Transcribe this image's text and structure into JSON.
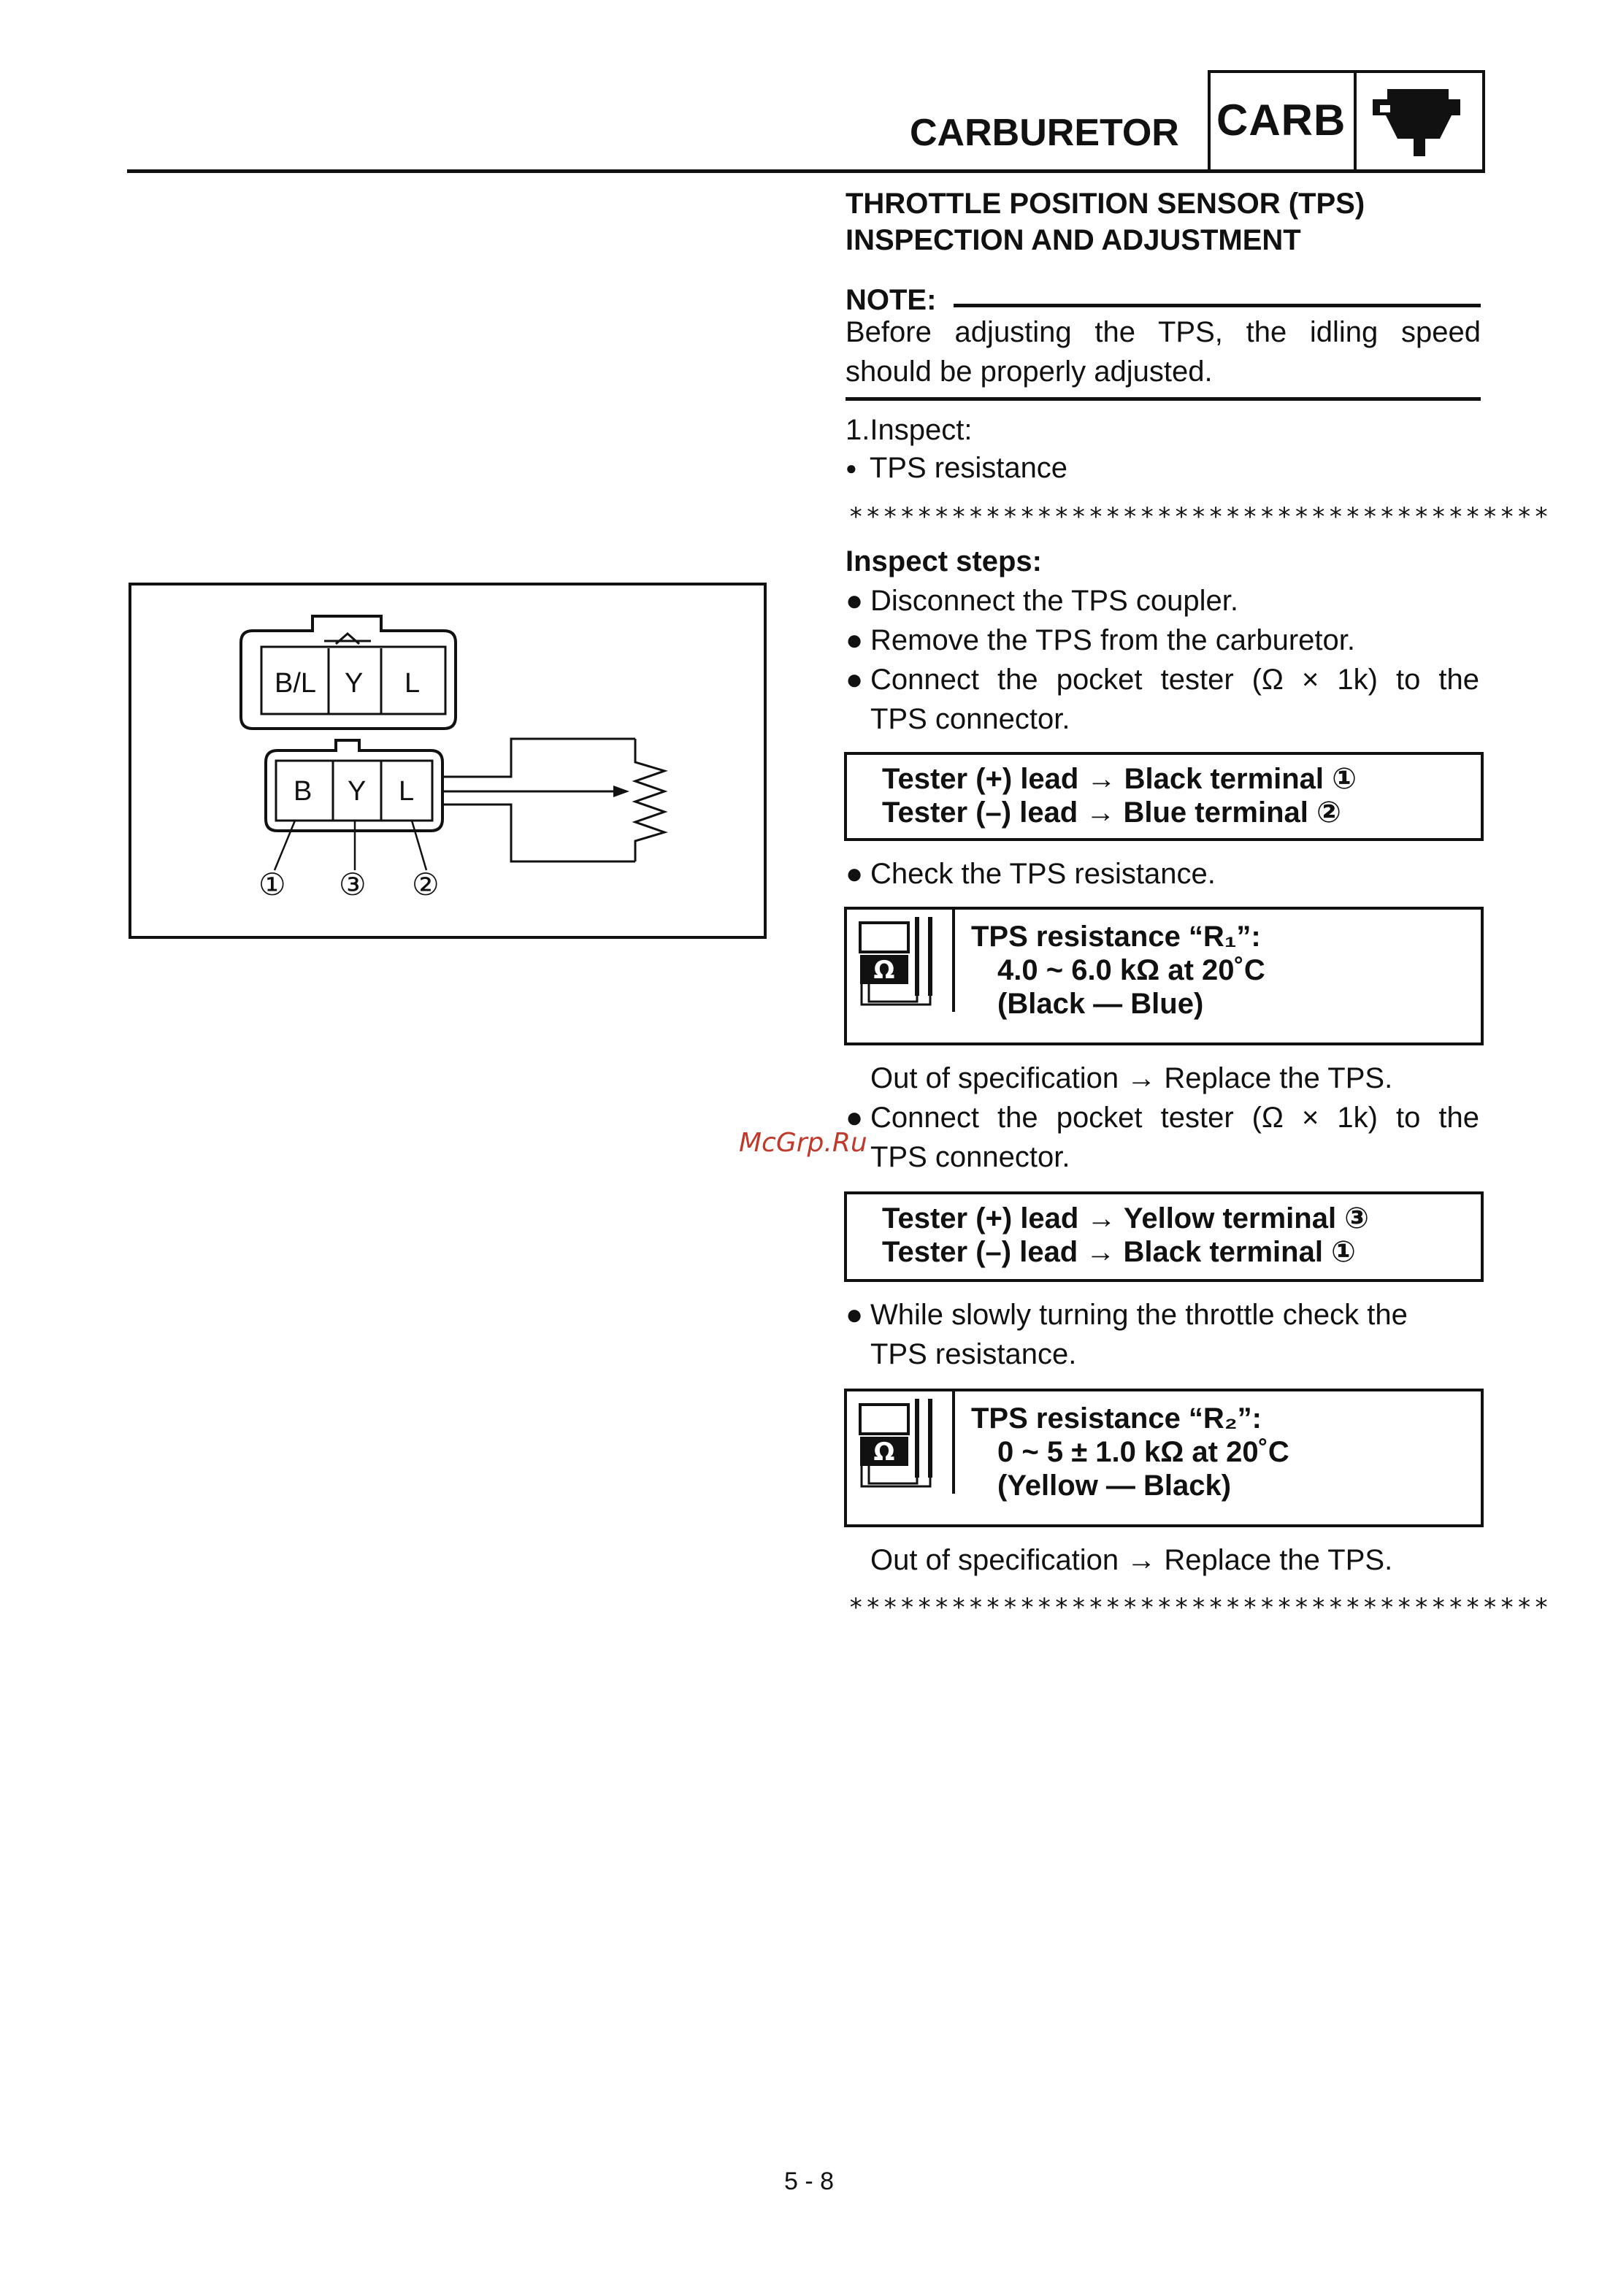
{
  "header": {
    "title": "CARBURETOR",
    "section_code": "CARB",
    "section_icon": "carburetor-icon"
  },
  "section": {
    "heading_line1": "THROTTLE POSITION SENSOR (TPS)",
    "heading_line2": "INSPECTION AND ADJUSTMENT"
  },
  "note": {
    "label": "NOTE:",
    "line1": "Before adjusting the TPS, the idling speed",
    "line2": "should be properly adjusted."
  },
  "inspect": {
    "step": "1.Inspect:",
    "item": "TPS resistance"
  },
  "stars": "*****************************************",
  "steps": {
    "title": "Inspect steps:",
    "disconnect": "Disconnect the TPS coupler.",
    "remove": "Remove the TPS from the carburetor.",
    "connect1_line1": "Connect the pocket tester (Ω × 1k) to the",
    "connect1_line2": "TPS connector.",
    "tester1_line1": "Tester (+) lead → Black terminal ①",
    "tester1_line2": "Tester (–) lead → Blue terminal ②",
    "check": "Check the TPS resistance.",
    "spec1_title": "TPS resistance “R₁”:",
    "spec1_value": "4.0 ~ 6.0 kΩ at 20˚C",
    "spec1_pair": "(Black — Blue)",
    "out_of_spec1": "Out of specification → Replace the TPS.",
    "connect2_line1": "Connect the pocket tester (Ω × 1k) to the",
    "connect2_line2": "TPS connector.",
    "tester2_line1": "Tester (+) lead → Yellow terminal ③",
    "tester2_line2": "Tester (–) lead → Black terminal ①",
    "while_line1": "While slowly turning the throttle check the",
    "while_line2": "TPS resistance.",
    "spec2_title": "TPS resistance “R₂”:",
    "spec2_value": "0 ~ 5 ± 1.0 kΩ at 20˚C",
    "spec2_pair": "(Yellow — Black)",
    "out_of_spec2": "Out of specification → Replace the TPS."
  },
  "watermark": "McGrp.Ru",
  "diagram": {
    "upper_terminals": [
      "B/L",
      "Y",
      "L"
    ],
    "lower_terminals": [
      "B",
      "Y",
      "L"
    ],
    "callouts": [
      "①",
      "③",
      "②"
    ]
  },
  "footer": {
    "page_number": "5 - 8"
  }
}
